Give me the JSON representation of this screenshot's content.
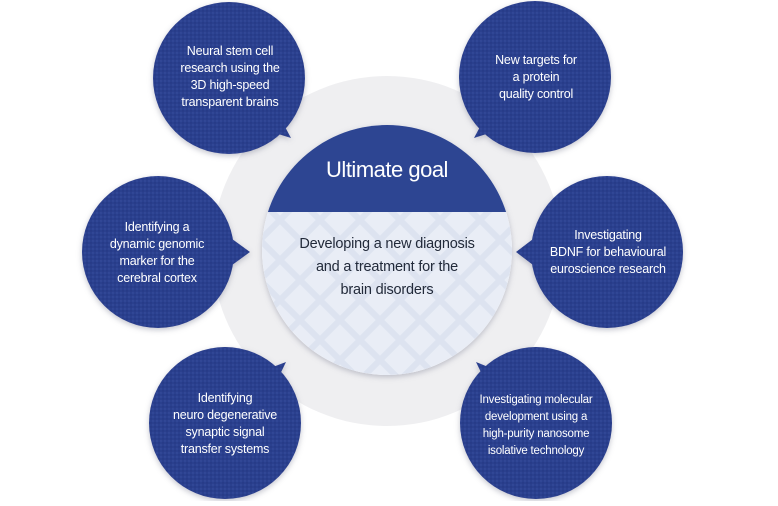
{
  "center": {
    "title": "Ultimate goal",
    "description": [
      "Developing a new diagnosis",
      "and a treatment for the",
      "brain disorders"
    ]
  },
  "bubbles": [
    {
      "id": "top-left",
      "lines": [
        "Neural stem cell",
        "research using the",
        "3D high-speed",
        "transparent brains"
      ]
    },
    {
      "id": "top-right",
      "lines": [
        "New targets for",
        "a protein",
        "quality control"
      ]
    },
    {
      "id": "mid-left",
      "lines": [
        "Identifying a",
        "dynamic genomic",
        "marker for the",
        "cerebral cortex"
      ]
    },
    {
      "id": "mid-right",
      "lines": [
        "Investigating",
        "BDNF for behavioural",
        "euroscience research"
      ]
    },
    {
      "id": "bottom-left",
      "lines": [
        "Identifying",
        "neuro degenerative",
        "synaptic signal",
        "transfer systems"
      ]
    },
    {
      "id": "bottom-right",
      "lines": [
        "Investigating molecular",
        "development using a",
        "high-purity nanosome",
        "isolative technology"
      ]
    }
  ],
  "colors": {
    "bubble": "#2b3f8e",
    "center_top": "#2d4592",
    "center_bottom": "#e8ecf5",
    "ring": "#efeff1"
  }
}
